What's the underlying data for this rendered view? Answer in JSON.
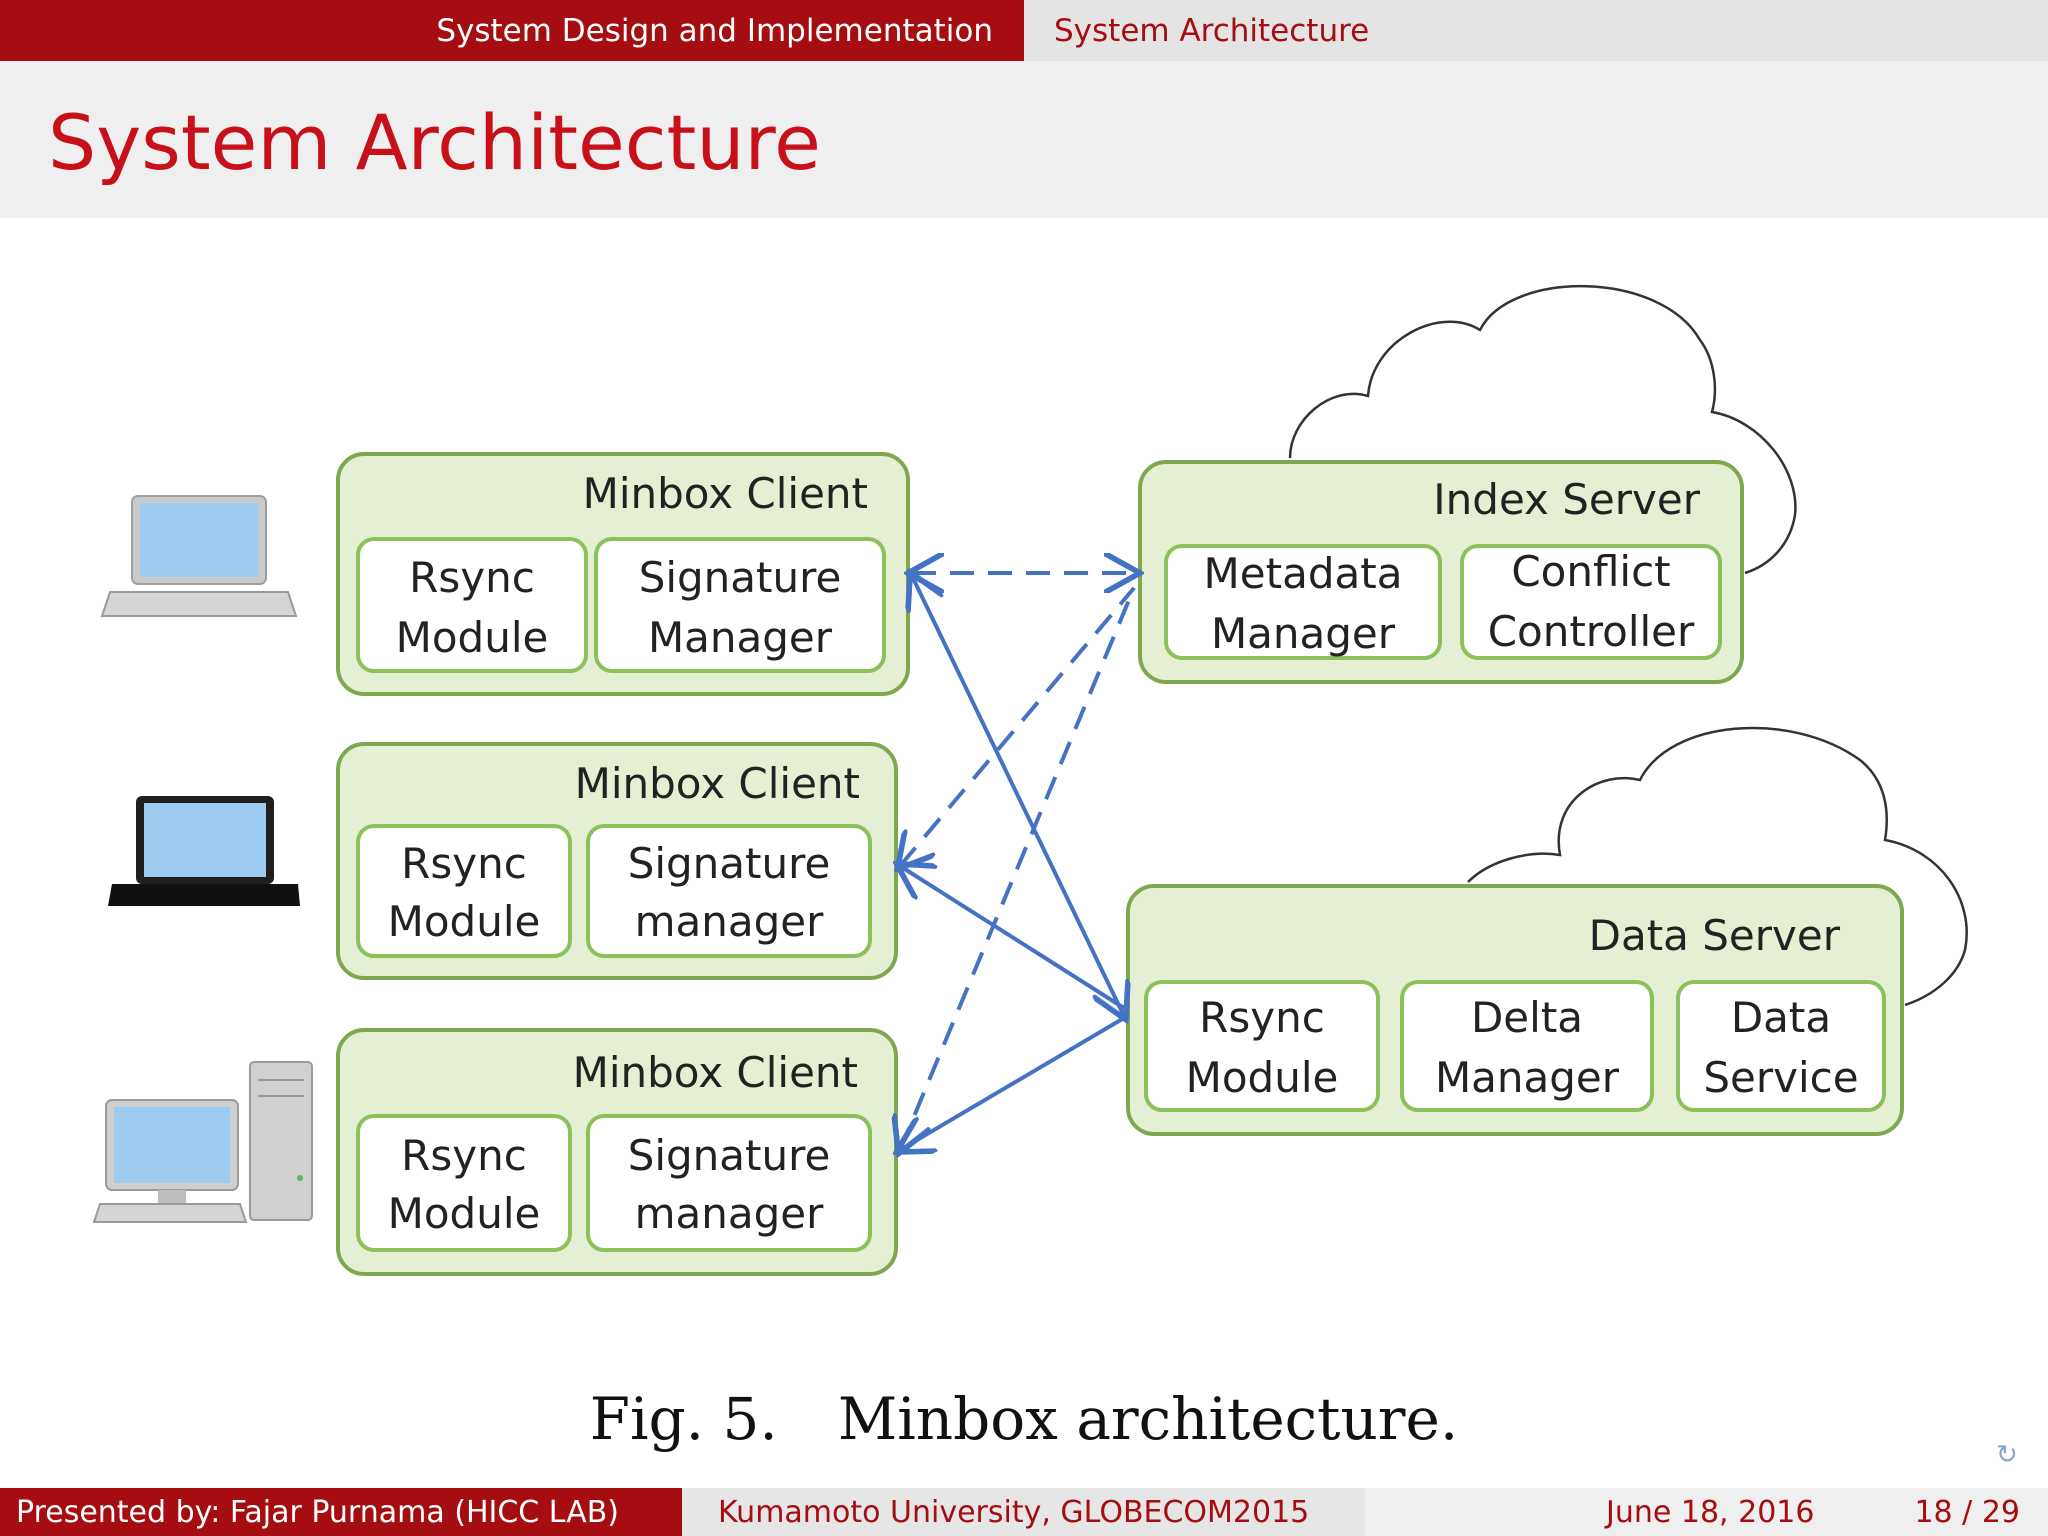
{
  "header": {
    "section": "System Design and Implementation",
    "subsection": "System Architecture"
  },
  "slide": {
    "title": "System Architecture"
  },
  "diagram": {
    "clients": [
      {
        "title": "Minbox Client",
        "modules": [
          {
            "line1": "Rsync",
            "line2": "Module"
          },
          {
            "line1": "Signature",
            "line2": "Manager"
          }
        ]
      },
      {
        "title": "Minbox Client",
        "modules": [
          {
            "line1": "Rsync",
            "line2": "Module"
          },
          {
            "line1": "Signature",
            "line2": "manager"
          }
        ]
      },
      {
        "title": "Minbox Client",
        "modules": [
          {
            "line1": "Rsync",
            "line2": "Module"
          },
          {
            "line1": "Signature",
            "line2": "manager"
          }
        ]
      }
    ],
    "index_server": {
      "title": "Index Server",
      "modules": [
        {
          "line1": "Metadata",
          "line2": "Manager"
        },
        {
          "line1": "Conflict",
          "line2": "Controller"
        }
      ]
    },
    "data_server": {
      "title": "Data Server",
      "modules": [
        {
          "line1": "Rsync",
          "line2": "Module"
        },
        {
          "line1": "Delta",
          "line2": "Manager"
        },
        {
          "line1": "Data",
          "line2": "Service"
        }
      ]
    },
    "device_icons": [
      "laptop-icon",
      "laptop-black-icon",
      "desktop-computer-icon"
    ],
    "colors": {
      "box_fill": "#e4efd4",
      "box_stroke": "#7fa84e",
      "arrow": "#4472c4"
    }
  },
  "caption": {
    "number": "Fig. 5.",
    "text": "Minbox architecture."
  },
  "footer": {
    "presenter": "Presented by: Fajar Purnama (HICC LAB)",
    "venue": "Kumamoto University, GLOBECOM2015",
    "date": "June 18, 2016",
    "page": "18 / 29"
  },
  "theme": {
    "accent": "#a50d10",
    "title_color": "#c8101a"
  }
}
